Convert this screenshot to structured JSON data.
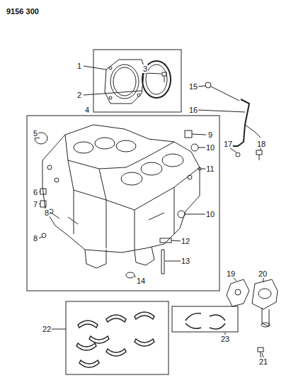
{
  "diagram": {
    "labels": [
      "9156 300",
      "1",
      "2",
      "3",
      "4",
      "5",
      "6",
      "7",
      "8",
      "8",
      "9",
      "10",
      "10",
      "11",
      "12",
      "13",
      "14",
      "15",
      "16",
      "17",
      "18",
      "19",
      "20",
      "21",
      "22",
      "23"
    ]
  }
}
